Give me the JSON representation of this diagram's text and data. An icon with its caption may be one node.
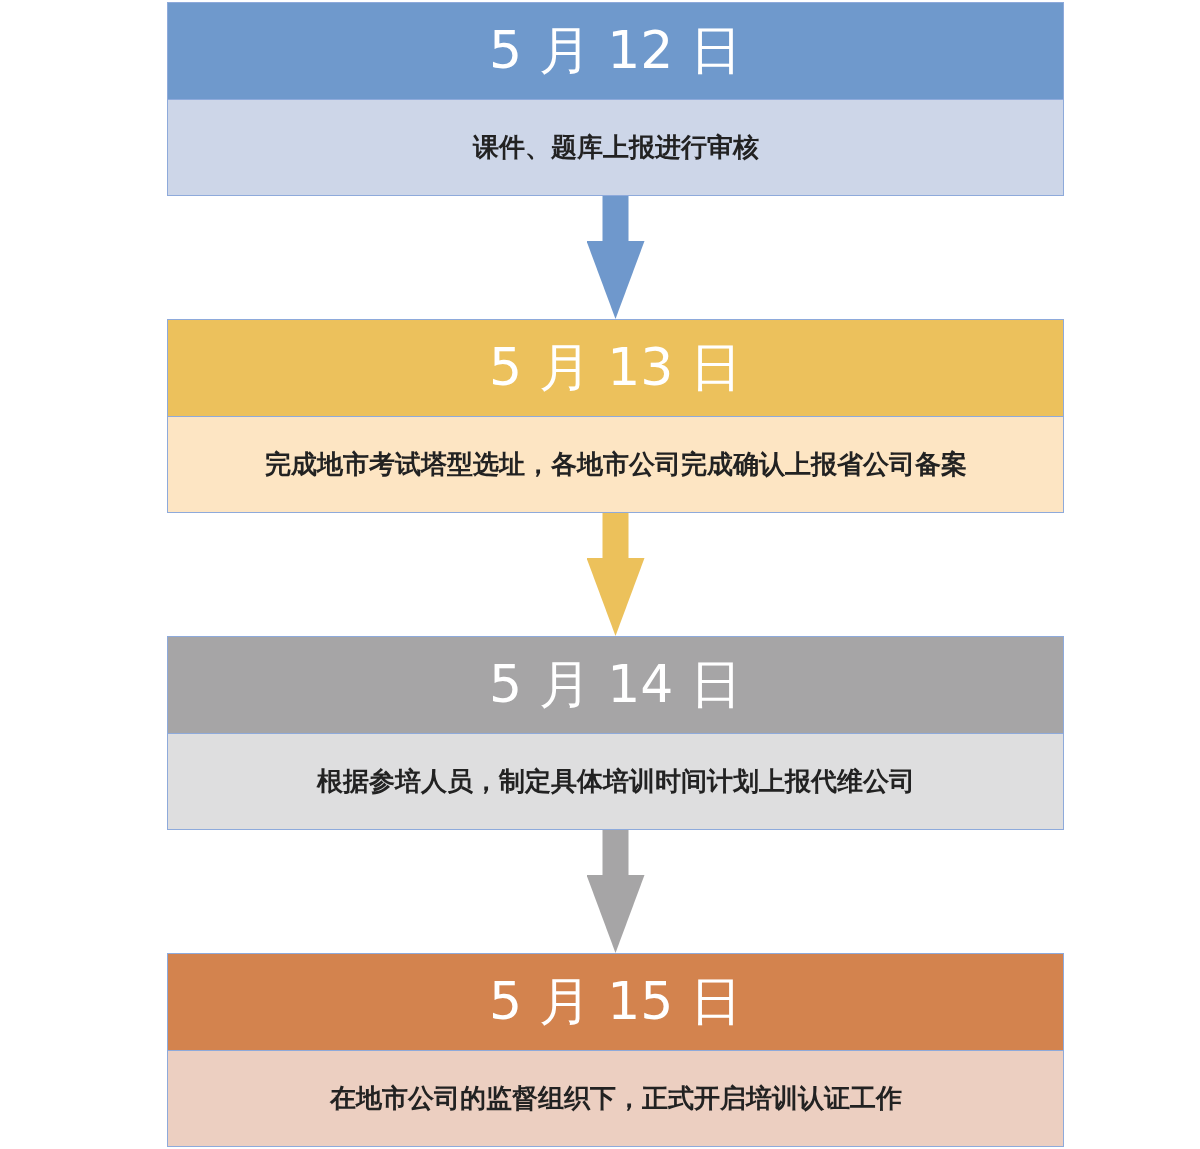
{
  "diagram": {
    "nodes": [
      {
        "text": [
          "5 月 12 日",
          "课件、题库上报进行审核"
        ]
      },
      {
        "text": [
          "5 月 13 日",
          "完成地市考试塔型选址，各地市公司完成确认上报省公司备案"
        ]
      },
      {
        "text": [
          "5 月 14 日",
          "根据参培人员，制定具体培训时间计划上报代维公司"
        ]
      },
      {
        "text": [
          "5 月 15 日",
          "在地市公司的监督组织下，正式开启培训认证工作"
        ]
      }
    ],
    "edges": [
      {
        "from": 0,
        "to": 1,
        "arrow": "to",
        "color": "#6f98cc"
      },
      {
        "from": 1,
        "to": 2,
        "arrow": "to",
        "color": "#ecc15b"
      },
      {
        "from": 2,
        "to": 3,
        "arrow": "to",
        "color": "#a6a5a6"
      }
    ]
  }
}
